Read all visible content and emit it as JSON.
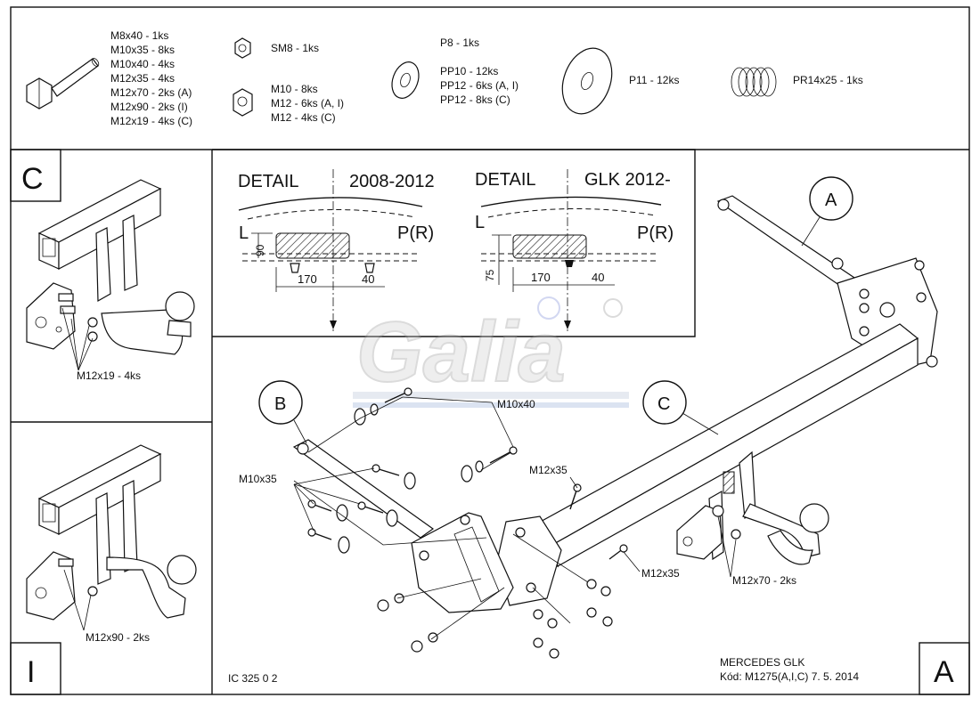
{
  "parts_list": {
    "bolts": [
      "M8x40 - 1ks",
      "M10x35 - 8ks",
      "M10x40 - 4ks",
      "M12x35 - 4ks",
      "M12x70 - 2ks (A)",
      "M12x90 - 2ks (I)",
      "M12x19 - 4ks (C)"
    ],
    "small_nut": "SM8 - 1ks",
    "nuts": [
      "M10 - 8ks",
      "M12 - 6ks (A, I)",
      "M12 - 4ks (C)"
    ],
    "washer_p8": "P8 - 1ks",
    "washers_pp": [
      "PP10 - 12ks",
      "PP12 - 6ks (A, I)",
      "PP12 - 8ks (C)"
    ],
    "washer_p11": "P11 - 12ks",
    "spring_washer": "PR14x25 - 1ks"
  },
  "panels": {
    "c_letter": "C",
    "c_label": "M12x19 - 4ks",
    "i_letter": "I",
    "i_label": "M12x90 - 2ks",
    "a_letter": "A"
  },
  "details": {
    "left": {
      "title": "DETAIL",
      "years": "2008-2012",
      "l": "L",
      "p": "P(R)",
      "height": "90",
      "dim_a": "170",
      "dim_b": "40"
    },
    "right": {
      "title": "DETAIL",
      "years": "GLK 2012-",
      "l": "L",
      "p": "P(R)",
      "height": "75",
      "dim_a": "170",
      "dim_b": "40"
    }
  },
  "assembly": {
    "callout_a": "A",
    "callout_b": "B",
    "callout_c": "C",
    "m10x40": "M10x40",
    "m10x35": "M10x35",
    "m12x35_top": "M12x35",
    "m12x35_bottom": "M12x35",
    "m12x70": "M12x70 - 2ks"
  },
  "watermark": "Galia",
  "footer": {
    "code_left": "IC 325 0 2",
    "model": "MERCEDES GLK",
    "kod": "Kód: M1275(A,I,C)  7. 5. 2014"
  }
}
